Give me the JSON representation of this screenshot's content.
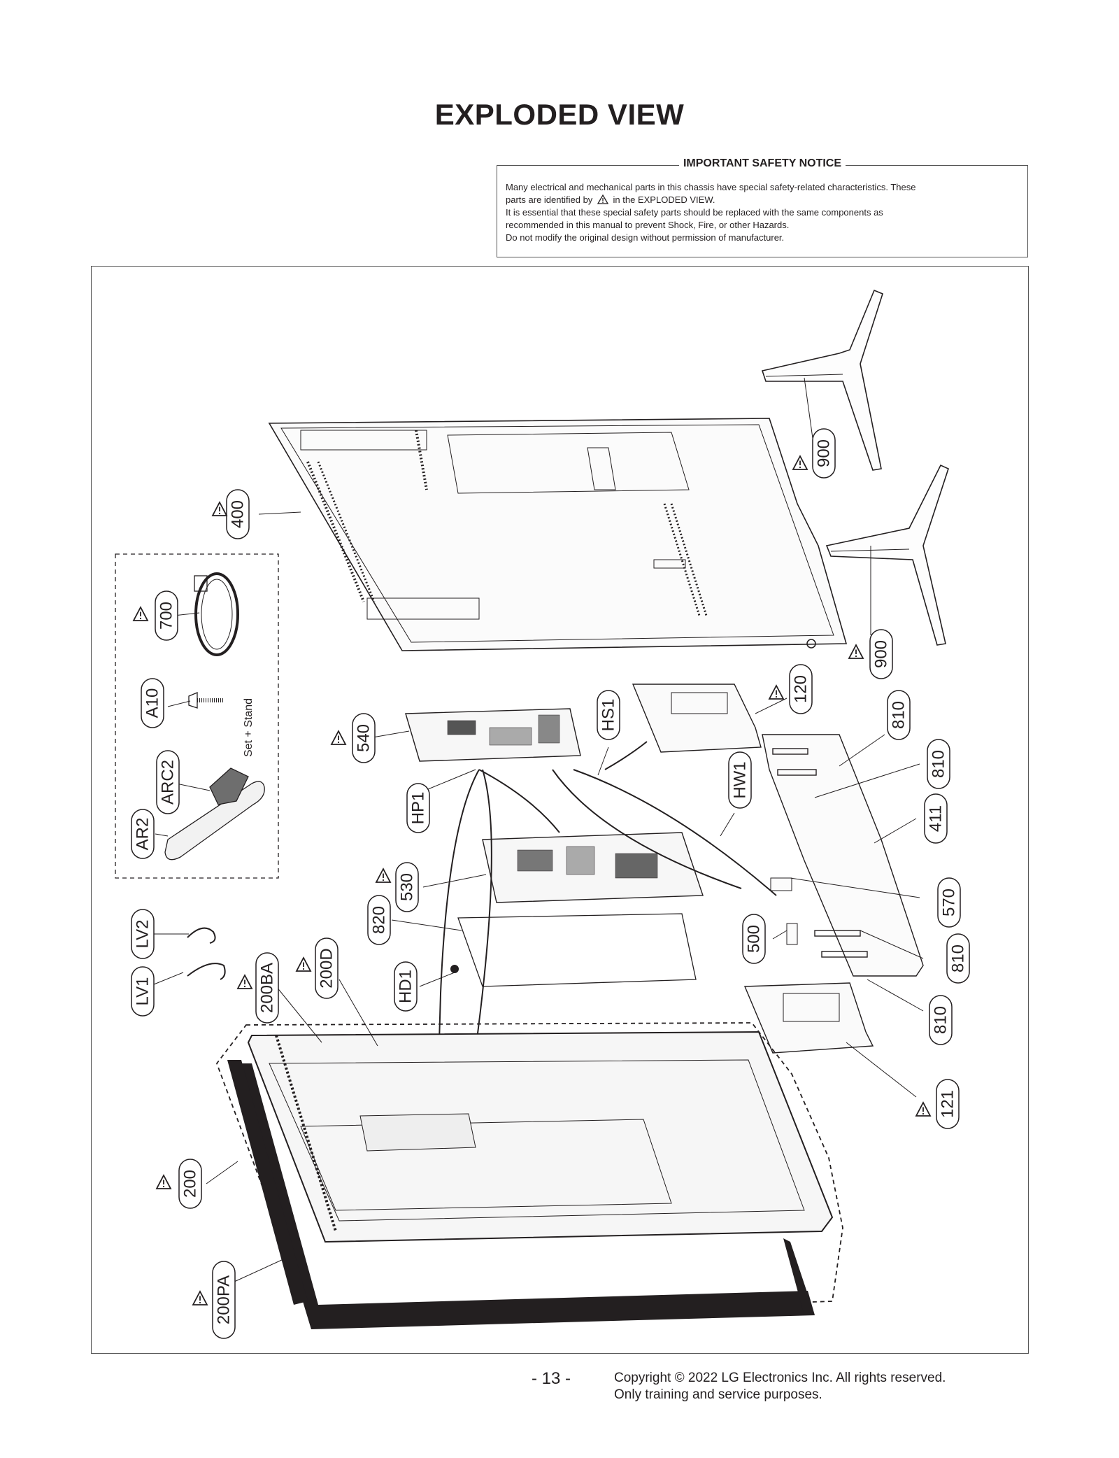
{
  "page_title": "EXPLODED VIEW",
  "notice": {
    "title": "IMPORTANT SAFETY NOTICE",
    "line1": "Many electrical and mechanical parts in this chassis have special safety-related characteristics. These",
    "line2_a": "parts are identified by",
    "line2_b": "in the EXPLODED VIEW.",
    "line3": "It is essential that these special safety parts should be replaced with the same components as",
    "line4": "recommended in this manual to prevent Shock, Fire, or other Hazards.",
    "line5": "Do not modify the original design without permission of manufacturer."
  },
  "parts": {
    "p400": "400",
    "p700": "700",
    "pA10": "A10",
    "pARC2": "ARC2",
    "pAR2": "AR2",
    "stand_note": "Set + Stand",
    "pLV2": "LV2",
    "pLV1": "LV1",
    "p200BA": "200BA",
    "p200D": "200D",
    "p200": "200",
    "p200PA": "200PA",
    "p540": "540",
    "pHP1": "HP1",
    "p530": "530",
    "p820": "820",
    "pHD1": "HD1",
    "pHS1": "HS1",
    "pHW1": "HW1",
    "p500": "500",
    "p120": "120",
    "p121": "121",
    "p900a": "900",
    "p900b": "900",
    "p810a": "810",
    "p810b": "810",
    "p810c": "810",
    "p810d": "810",
    "p411": "411",
    "p570": "570"
  },
  "footer": {
    "page_number": "- 13 -",
    "copyright": "Copyright © 2022 LG Electronics Inc. All rights reserved.",
    "usage": "Only training and service purposes."
  }
}
